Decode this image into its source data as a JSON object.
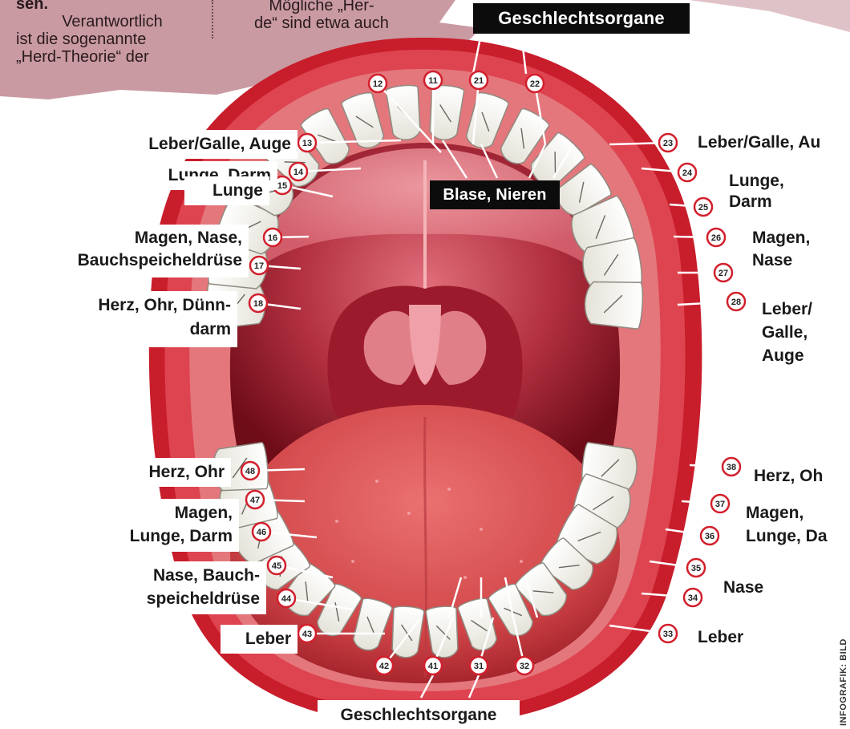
{
  "article": {
    "col1_heading": "sen.",
    "col1_lines": [
      "Verantwortlich",
      "ist die sogenannte",
      "„Herd-Theorie“ der"
    ],
    "col2_lines": [
      "Mögliche „Her-",
      "de“ sind etwa auch"
    ]
  },
  "credit": "INFOGRAFIK: BILD",
  "teeth": [
    {
      "num": "11",
      "organ": "Geschlechtsorgane"
    },
    {
      "num": "12",
      "organ": "Blase, Nieren"
    },
    {
      "num": "13",
      "organ": "Leber/Galle, Auge"
    },
    {
      "num": "14",
      "organ": "Lunge, Darm"
    },
    {
      "num": "15",
      "organ": "Lunge"
    },
    {
      "num": "16",
      "organ": "Magen, Nase, Bauchspeicheldrüse"
    },
    {
      "num": "17",
      "organ": "Magen, Nase, Bauchspeicheldrüse"
    },
    {
      "num": "18",
      "organ": "Herz, Ohr, Dünndarm"
    },
    {
      "num": "21",
      "organ": "Geschlechtsorgane"
    },
    {
      "num": "22",
      "organ": "Blase, Nieren"
    },
    {
      "num": "23",
      "organ": "Leber/Galle, Auge"
    },
    {
      "num": "24",
      "organ": "Lunge, Darm"
    },
    {
      "num": "25",
      "organ": "Lunge, Darm"
    },
    {
      "num": "26",
      "organ": "Magen, Nase"
    },
    {
      "num": "27",
      "organ": "Magen, Nase"
    },
    {
      "num": "28",
      "organ": "Leber/Galle, Auge"
    },
    {
      "num": "31",
      "organ": "Geschlechtsorgane"
    },
    {
      "num": "32",
      "organ": "Geschlechtsorgane"
    },
    {
      "num": "33",
      "organ": "Leber"
    },
    {
      "num": "34",
      "organ": "Nase"
    },
    {
      "num": "35",
      "organ": "Nase"
    },
    {
      "num": "36",
      "organ": "Magen, Lunge, Darm"
    },
    {
      "num": "37",
      "organ": "Magen, Lunge, Darm"
    },
    {
      "num": "38",
      "organ": "Herz, Ohr"
    },
    {
      "num": "41",
      "organ": "Geschlechtsorgane"
    },
    {
      "num": "42",
      "organ": "Geschlechtsorgane"
    },
    {
      "num": "43",
      "organ": "Leber"
    },
    {
      "num": "44",
      "organ": "Nase, Bauchspeicheldrüse"
    },
    {
      "num": "45",
      "organ": "Nase, Bauchspeicheldrüse"
    },
    {
      "num": "46",
      "organ": "Magen, Lunge, Darm"
    },
    {
      "num": "47",
      "organ": "Magen, Lunge, Darm"
    },
    {
      "num": "48",
      "organ": "Herz, Ohr"
    }
  ],
  "labels": [
    {
      "id": "geschlechtsorgane-top",
      "text": "Geschlechtsorgane"
    },
    {
      "id": "blase-nieren",
      "text": "Blase, Nieren"
    },
    {
      "id": "leber-galle-auge-left",
      "text": "Leber/Galle, Auge"
    },
    {
      "id": "lunge-darm-left",
      "text": "Lunge, Darm"
    },
    {
      "id": "lunge-left",
      "text": "Lunge"
    },
    {
      "id": "magen-nase-bsd-left",
      "text": "Magen, Nase,\nBauchspeicheldrüse"
    },
    {
      "id": "herz-ohr-duenndarm-left",
      "text": "Herz, Ohr, Dünn-\ndarm"
    },
    {
      "id": "leber-galle-auge-right",
      "text": "Leber/Galle, Au"
    },
    {
      "id": "lunge-darm-right",
      "text": "Lunge,\nDarm"
    },
    {
      "id": "magen-nase-right",
      "text": "Magen,\nNase"
    },
    {
      "id": "leber-galle-auge-right-2",
      "text": "Leber/\nGalle,\nAuge"
    },
    {
      "id": "herz-ohr-left",
      "text": "Herz, Ohr"
    },
    {
      "id": "magen-lunge-darm-left",
      "text": "Magen,\nLunge, Darm"
    },
    {
      "id": "nase-bsd-left",
      "text": "Nase, Bauch-\nspeicheldrüse"
    },
    {
      "id": "leber-left",
      "text": "Leber"
    },
    {
      "id": "herz-ohr-right",
      "text": "Herz, Oh"
    },
    {
      "id": "magen-lunge-darm-right",
      "text": "Magen,\nLunge, Da"
    },
    {
      "id": "nase-right",
      "text": "Nase"
    },
    {
      "id": "leber-right",
      "text": "Leber"
    },
    {
      "id": "geschlechtsorgane-bottom",
      "text": "Geschlechtsorgane"
    }
  ],
  "colors": {
    "lip": "#c81d2b",
    "gum": "#e3777c",
    "mouth": "#8e1222",
    "tongue": "#d94f52",
    "tooth": "#f7f5ee",
    "paper": "#c99aa2",
    "badge_border": "#d21f2c",
    "leader": "#ffffff"
  }
}
